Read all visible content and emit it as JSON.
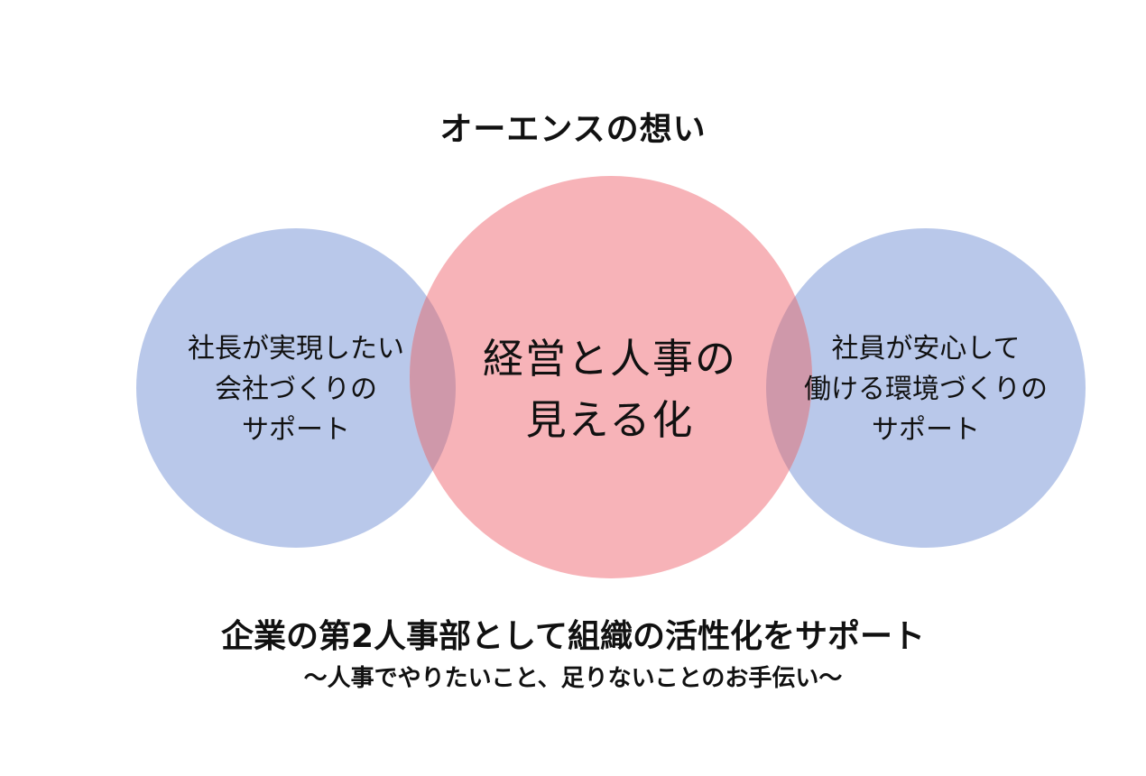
{
  "title": "オーエンスの想い",
  "colors": {
    "side_circle": "#b9c8ea",
    "center_circle": "#f7b3b8",
    "overlap": "#cf98aa",
    "text": "#111111"
  },
  "diagram": {
    "left": {
      "lines": [
        "社長が実現したい",
        "会社づくりの",
        "サポート"
      ]
    },
    "center": {
      "lines": [
        "経営と人事の",
        "見える化"
      ]
    },
    "right": {
      "lines": [
        "社員が安心して",
        "働ける環境づくりの",
        "サポート"
      ]
    }
  },
  "tagline": "企業の第2人事部として組織の活性化をサポート",
  "subline": "〜人事でやりたいこと、足りないことのお手伝い〜"
}
